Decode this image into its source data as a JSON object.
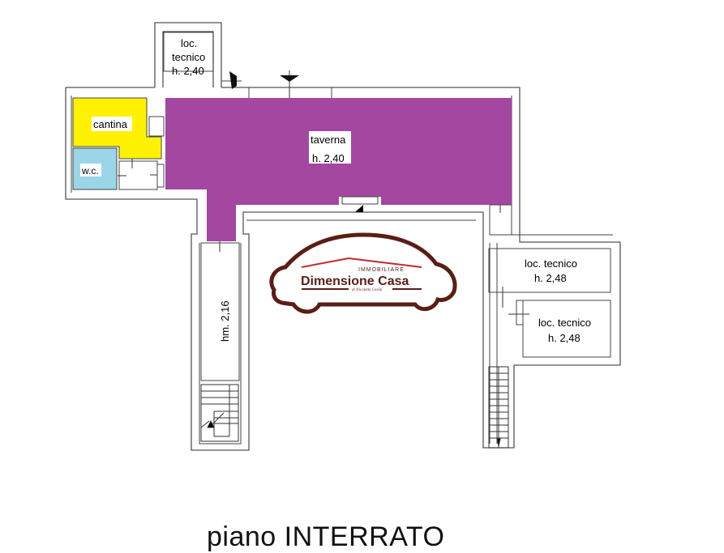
{
  "floor_plan": {
    "title": "piano INTERRATO",
    "colors": {
      "taverna": "#a347a1",
      "cantina": "#fff200",
      "wc": "#9bd6e8",
      "walls": "#555555",
      "logo_brown": "#5a1e14",
      "logo_red": "#c0282d"
    },
    "rooms": {
      "loc_tecnico_top": {
        "line1": "loc.",
        "line2": "tecnico",
        "height": "h. 2,40"
      },
      "cantina": {
        "name": "cantina"
      },
      "wc": {
        "name": "w.c."
      },
      "taverna": {
        "name": "taverna",
        "height": "h. 2,40"
      },
      "corridor": {
        "height": "hm. 2,16"
      },
      "loc_tecnico_right_1": {
        "name": "loc. tecnico",
        "height": "h. 2,48"
      },
      "loc_tecnico_right_2": {
        "name": "loc. tecnico",
        "height": "h. 2,48"
      }
    },
    "logo": {
      "tagline": "IMMOBILIARE",
      "brand": "Dimensione Casa",
      "signature": "di Nicoletta Cesini"
    }
  }
}
